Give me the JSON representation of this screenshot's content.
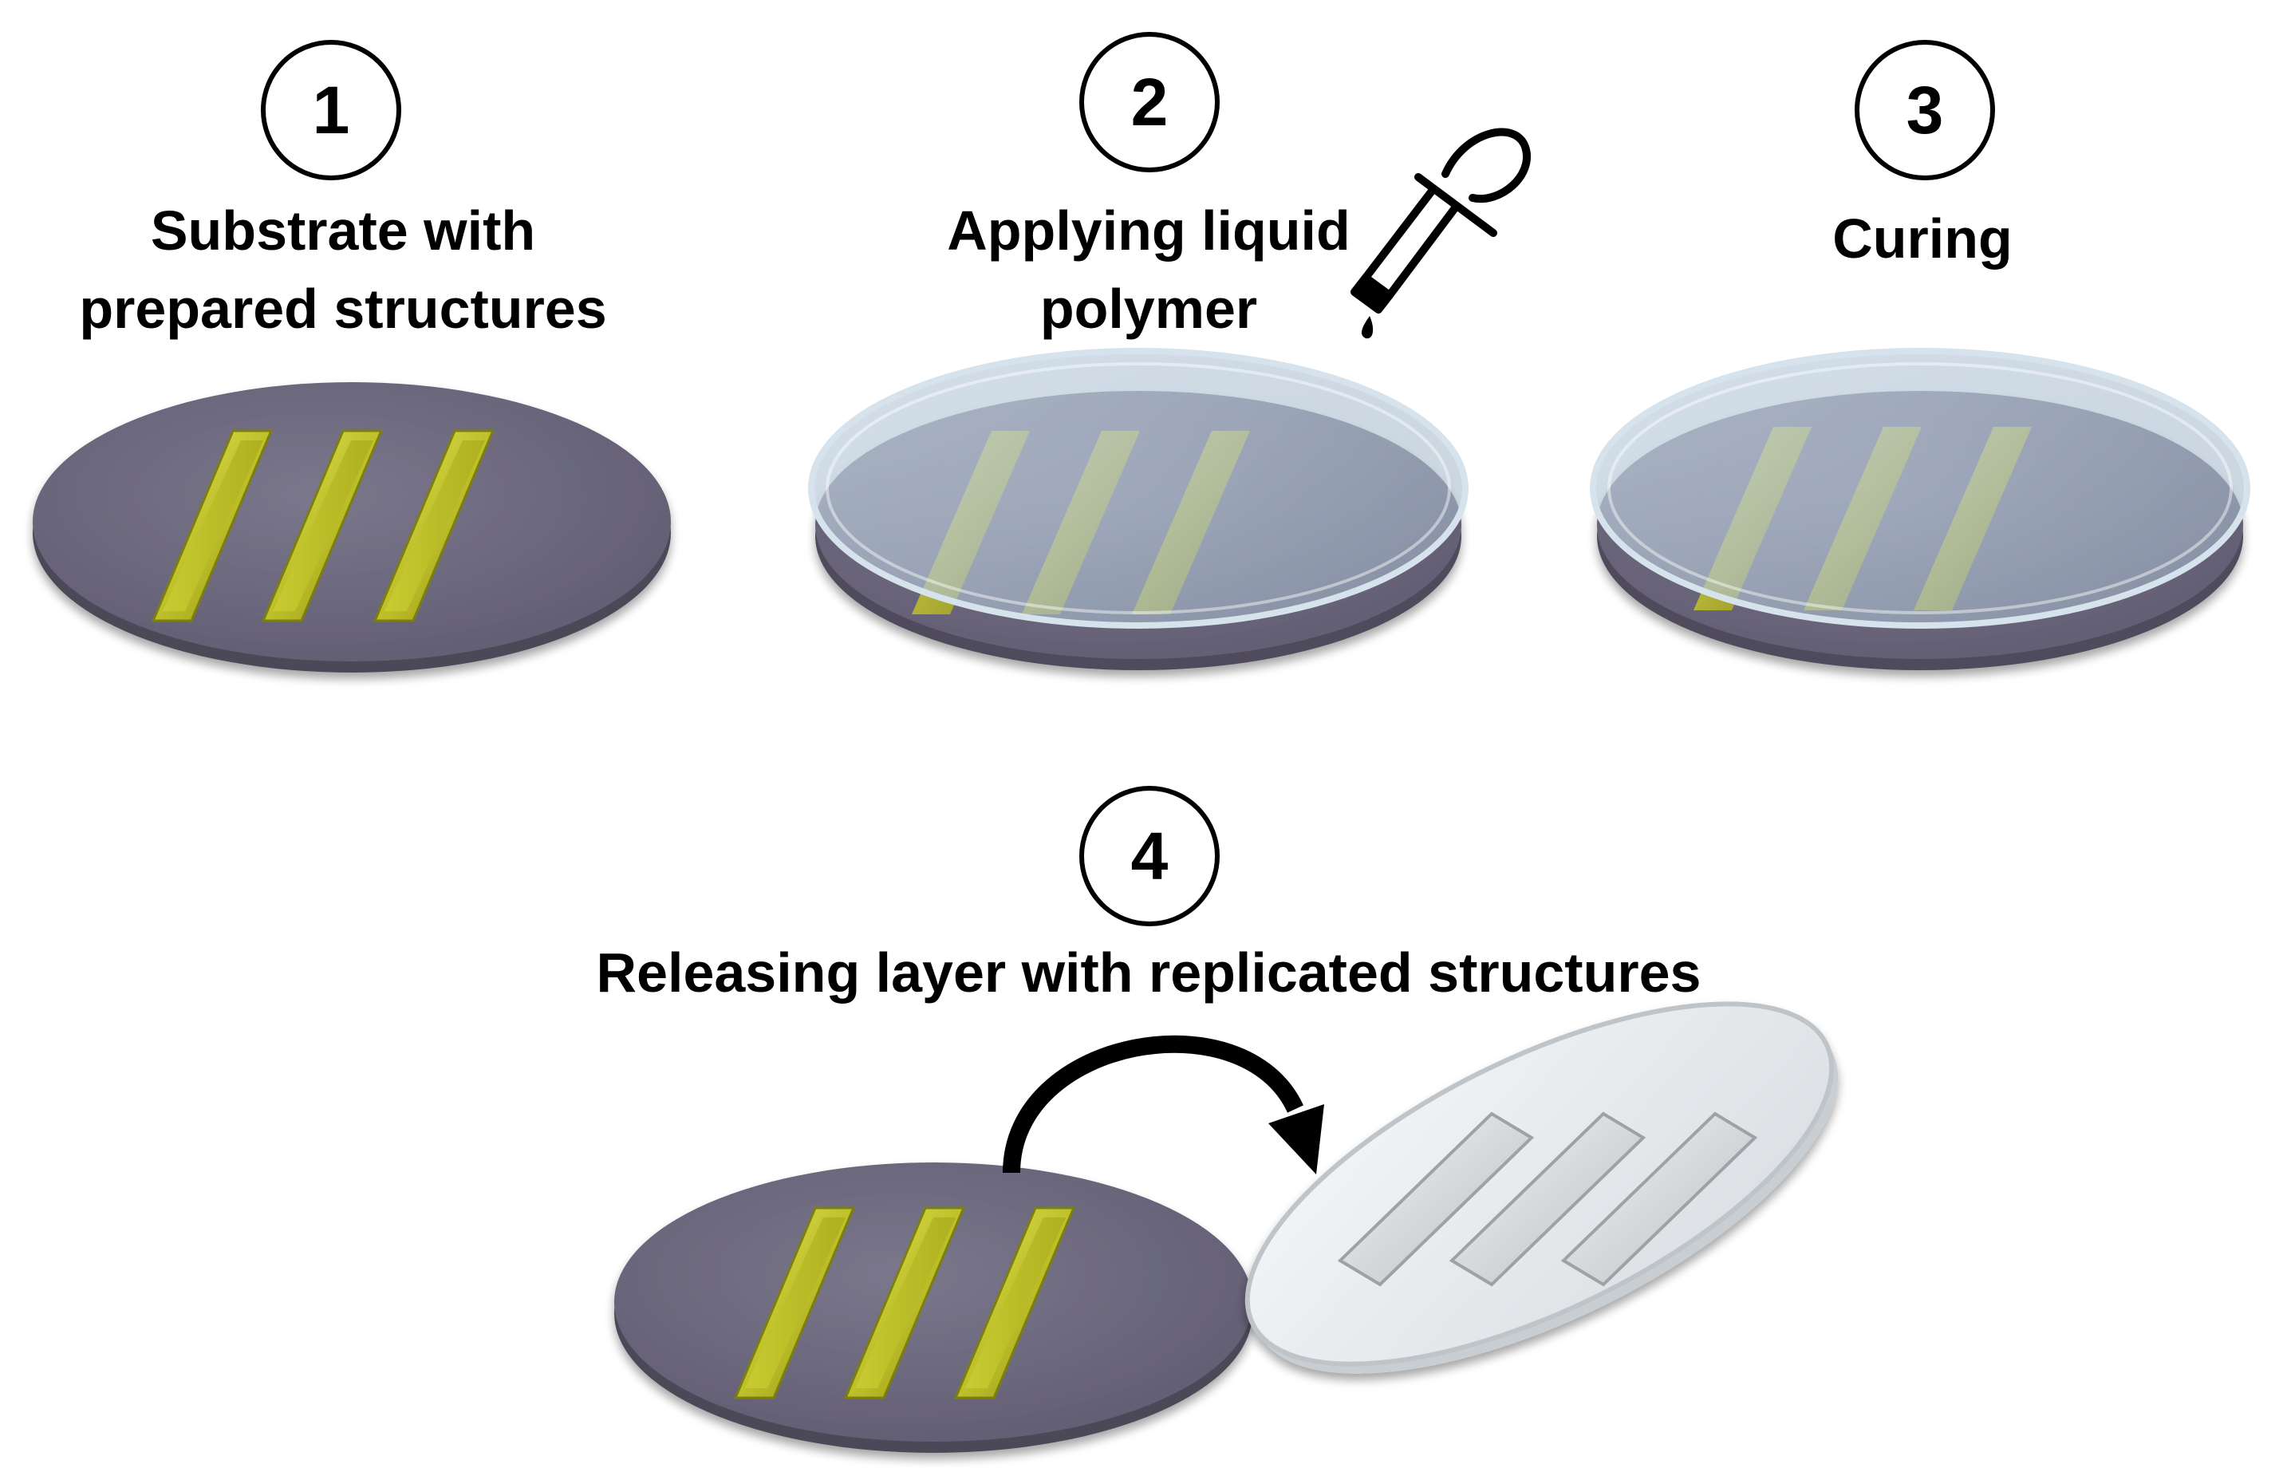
{
  "steps": [
    {
      "number": "1",
      "label": "Substrate with\nprepared structures"
    },
    {
      "number": "2",
      "label": "Applying liquid\npolymer"
    },
    {
      "number": "3",
      "label": "Curing"
    },
    {
      "number": "4",
      "label": "Releasing layer with replicated structures"
    }
  ],
  "icons": {
    "tool": "dropper-icon",
    "transfer": "curved-arrow-icon"
  },
  "colors": {
    "substrate": "#6f6b80",
    "structure": "#b6b823",
    "polymer": "#a8bcd0",
    "released_layer": "#e6e9ec",
    "ink": "#000000"
  }
}
